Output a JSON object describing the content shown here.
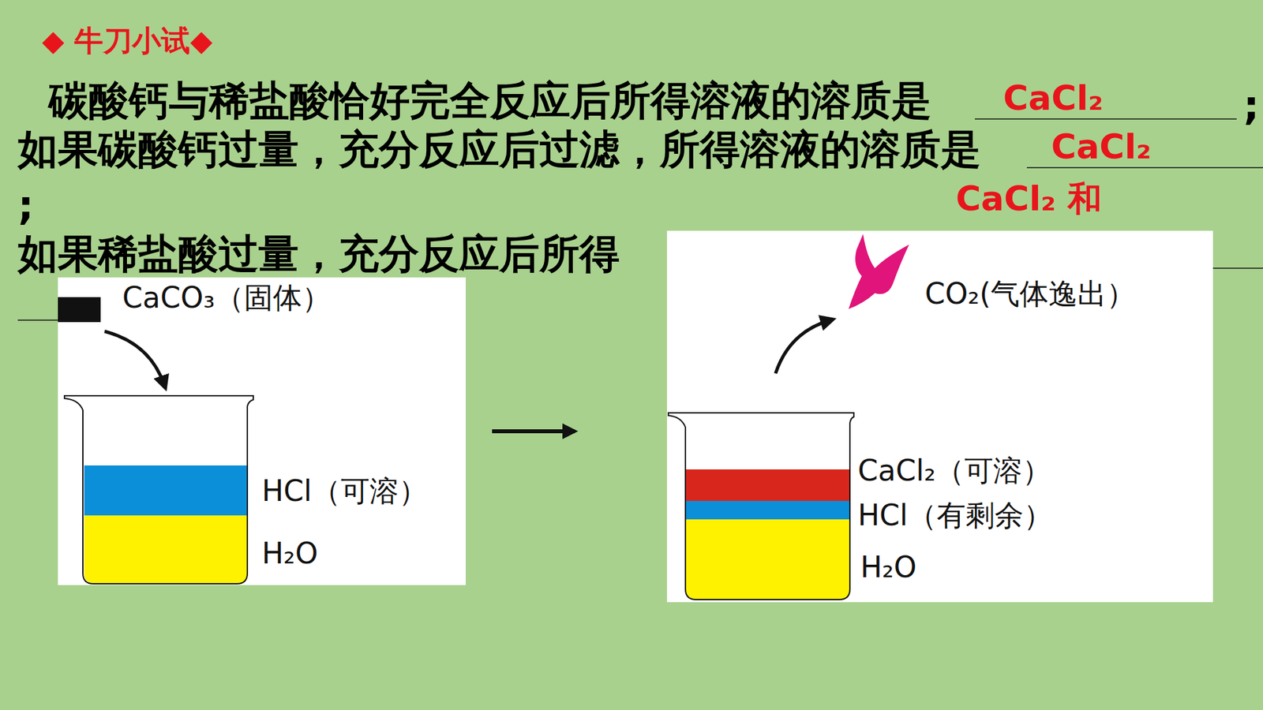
{
  "diagram": {
    "title": "◆ 牛刀小试◆",
    "nodes": [
      {
        "text": [
          "CaCO₃（固体）",
          "HCl（可溶）",
          "H₂O"
        ]
      },
      {
        "text": [
          "CO₂(气体逸出）",
          "CaCl₂（可溶）",
          "HCl（有剩余）",
          "H₂O"
        ]
      }
    ],
    "edges": [
      {
        "from": 0,
        "to": 1,
        "arrow": "to"
      }
    ],
    "labels": [
      "碳酸钙与稀盐酸恰好完全反应后所得溶液的溶质是",
      "CaCl₂",
      ";",
      "如果碳酸钙过量，充分反应后过滤，所得溶液的溶质是",
      "CaCl₂",
      ";",
      "CaCl₂ 和",
      "如果稀盐酸过量，充分反应后所得"
    ]
  }
}
